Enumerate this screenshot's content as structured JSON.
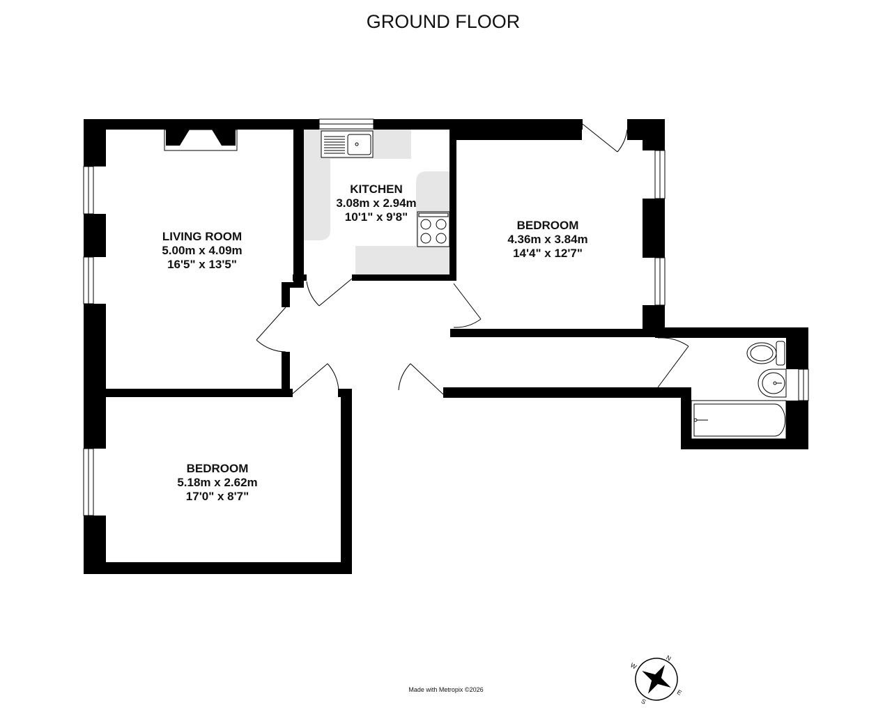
{
  "floor_title": "GROUND FLOOR",
  "rooms": {
    "living_room": {
      "name": "LIVING ROOM",
      "metric": "5.00m  x 4.09m",
      "imperial": "16'5\"  x 13'5\""
    },
    "kitchen": {
      "name": "KITCHEN",
      "metric": "3.08m  x 2.94m",
      "imperial": "10'1\"  x 9'8\""
    },
    "bedroom_1": {
      "name": "BEDROOM",
      "metric": "4.36m  x 3.84m",
      "imperial": "14'4\"  x 12'7\""
    },
    "bedroom_2": {
      "name": "BEDROOM",
      "metric": "5.18m  x 2.62m",
      "imperial": "17'0\"  x 8'7\""
    }
  },
  "credit": "Made with Metropix ©2026",
  "compass": {
    "n": "N",
    "e": "E",
    "s": "S",
    "w": "W"
  },
  "colors": {
    "wall": "#000000",
    "worktop": "#e6e6e6",
    "background": "#ffffff"
  }
}
